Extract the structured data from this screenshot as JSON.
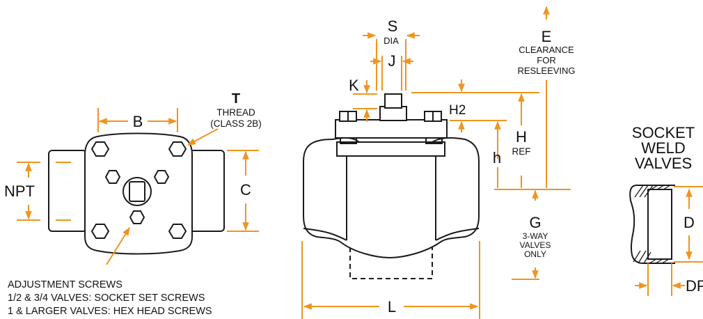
{
  "colors": {
    "dimension": "#f0941e",
    "outline": "#1a1a1a",
    "background": "#ffffff"
  },
  "labels": {
    "t": "T",
    "thread_1": "THREAD",
    "thread_2": "(CLASS 2B)",
    "b": "B",
    "npt": "NPT",
    "c": "C",
    "s": "S",
    "dia": "DIA",
    "j": "J",
    "k": "K",
    "h2": "H2",
    "h": "h",
    "h_big": "H",
    "ref": "REF",
    "e": "E",
    "clearance_1": "CLEARANCE",
    "clearance_2": "FOR",
    "clearance_3": "RESLEEVING",
    "g": "G",
    "g_note_1": "3-WAY",
    "g_note_2": "VALVES",
    "g_note_3": "ONLY",
    "l": "L",
    "socket_1": "SOCKET",
    "socket_2": "WELD",
    "socket_3": "VALVES",
    "d": "D",
    "dp": "DP"
  },
  "notes": {
    "line1": "ADJUSTMENT SCREWS",
    "line2": "1/2 & 3/4 VALVES: SOCKET SET SCREWS",
    "line3": "1 & LARGER VALVES: HEX HEAD SCREWS"
  }
}
